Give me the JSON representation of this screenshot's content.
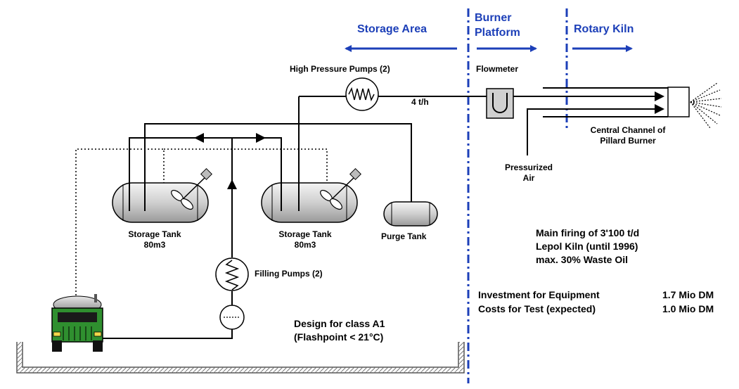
{
  "zones": {
    "storage_area": "Storage Area",
    "burner_platform_line1": "Burner",
    "burner_platform_line2": "Platform",
    "rotary_kiln": "Rotary Kiln"
  },
  "components": {
    "high_pressure_pumps": "High Pressure Pumps (2)",
    "flow_rate": "4 t/h",
    "flowmeter": "Flowmeter",
    "central_channel_line1": "Central Channel of",
    "central_channel_line2": "Pillard Burner",
    "pressurized_air_line1": "Pressurized",
    "pressurized_air_line2": "Air",
    "storage_tank_1_line1": "Storage Tank",
    "storage_tank_1_line2": "80m3",
    "storage_tank_2_line1": "Storage Tank",
    "storage_tank_2_line2": "80m3",
    "purge_tank": "Purge Tank",
    "filling_pumps": "Filling Pumps (2)"
  },
  "notes": {
    "main_firing": [
      "Main firing of 3'100 t/d",
      "Lepol Kiln (until 1996)",
      "max. 30% Waste Oil"
    ],
    "design_class": [
      "Design for class A1",
      "(Flashpoint < 21°C)"
    ]
  },
  "costs": [
    {
      "label": "Investment for Equipment",
      "value": "1.7 Mio DM"
    },
    {
      "label": "Costs for Test (expected)",
      "value": "1.0 Mio DM"
    }
  ],
  "colors": {
    "zone_accent": "#1c3fb8",
    "truck_body": "#2f8f2f",
    "tank_fill": "#d8d8d8"
  }
}
